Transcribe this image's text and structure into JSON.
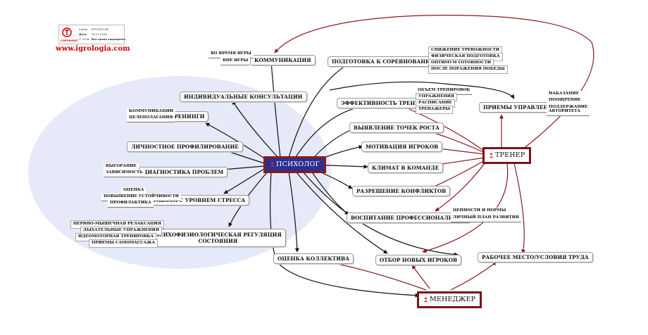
{
  "colors": {
    "dark_red": "#8a1a1a",
    "black_line": "#111111",
    "psychologist_fill": "#2b2f8f",
    "ellipse_fill": "#e6e9f8"
  },
  "logo": {
    "brand": "COPYRIGHT",
    "row1_label": "Author",
    "row1_value": "ИГРОЛОГИЯ",
    "row2_label": "Дата",
    "row2_value": "30.07.2016",
    "row3_label": "© 2016",
    "row3_value": "Все права защищены.",
    "url": "www.igrologia.com"
  },
  "central": {
    "psychologist": "ПСИХОЛОГ",
    "coach": "ТРЕНЕР",
    "manager": "МЕНЕДЖЕР"
  },
  "topics": {
    "communication": "КОММУНИКАЦИЯ",
    "preparation": "ПОДГОТОВКА К СОРЕВНОВАНИЯМ",
    "training_efficiency": "ЭФФЕКТИВНОСТЬ ТРЕНИРОВОК",
    "management_methods": "ПРИЕМЫ УПРАВЛЕНИЯ",
    "growth_points": "ВЫЯВЛЕНИЕ ТОЧЕК РОСТА",
    "motivation": "МОТИВАЦИЯ ИГРОКОВ",
    "climate": "КЛИМАТ В КОМАНДЕ",
    "conflicts": "РАЗРЕШЕНИЕ КОНФЛИКТОВ",
    "professionalism": "ВОСПИТАНИЕ ПРОФЕССИОНАЛИЗМА",
    "individual": "ИНДИВИДУАЛЬНЫЕ КОНСУЛЬТАЦИИ",
    "trainings": "ТРЕНИНГИ",
    "profiling": "ЛИЧНОСТНОЕ ПРОФИЛИРОВАНИЕ",
    "diagnostics": "ДИАГНОСТИКА ПРОБЛЕМ",
    "stress": "РАБОТА С УРОВНЕМ СТРЕССА",
    "selfreg_line1": "ПСИХОФИЗИОЛОГИЧЕСКАЯ РЕГУЛЯЦИЯ",
    "selfreg_line2": "СОСТОЯНИЯ",
    "team_assessment": "ОЦЕНКА КОЛЛЕКТИВА",
    "recruitment": "ОТБОР НОВЫХ ИГРОКОВ",
    "workplace": "РАБОЧЕЕ МЕСТО/УСЛОВИЯ ТРУДА"
  },
  "subtopics": {
    "comm_during": "ВО ВРЕМЯ ИГРЫ",
    "comm_outside": "ВНЕ ИГРЫ",
    "prep_anxiety": "СНИЖЕНИЕ ТРЕВОЖНОСТИ",
    "prep_physical": "ФИЗИЧЕСКАЯ ПОДГОТОВКА",
    "prep_optimum": "ОПТИМУМ ГОТОВНОСТИ",
    "prep_after": "ПОСЛЕ ПОРАЖЕНИЯ ПОБЕДЫ",
    "eff_volume": "ОБЪЕМ ТРЕНИРОВОК",
    "eff_exercises": "УПРАЖНЕНИЯ",
    "eff_schedule": "РАСПИСАНИЕ",
    "eff_equipment": "ТРЕНАЖЕРЫ",
    "mgmt_punish": "НАКАЗАНИЕ",
    "mgmt_reward": "ПООЩРЕНИЕ",
    "mgmt_authority_1": "ПОДДЕРЖАНИЕ",
    "mgmt_authority_2": "АВТОРИТЕТА",
    "train_comm": "КОММУНИКАЦИИ",
    "train_goals": "ЦЕЛЕПОЛАГАНИЯ",
    "diag_burnout": "ВЫГОРАНИЕ",
    "diag_addiction": "ЗАВИСИМОСТЬ",
    "stress_assess": "ОЦЕНКА",
    "stress_resist": "ПОВЫШЕНИЕ УСТОЙЧИВОСТИ",
    "stress_prevent": "ПРОФИЛАКТИКА",
    "reg_muscle": "НЕРВНО-МЫШЕЧНАЯ РЕЛАКСАЦИЯ",
    "reg_breath": "ДЫХАТЕЛЬНЫЕ УПРАЖНЕНИЯ",
    "reg_ideomotor": "ИДЕОМОТОРНАЯ ТРЕНИРОВКА",
    "reg_massage": "ПРИЕМЫ САМОМАССАЖА",
    "prof_values": "ЦЕННОСТИ И НОРМЫ",
    "prof_plan": "ЛИЧНЫЙ ПЛАН РАЗВИТИЯ"
  }
}
